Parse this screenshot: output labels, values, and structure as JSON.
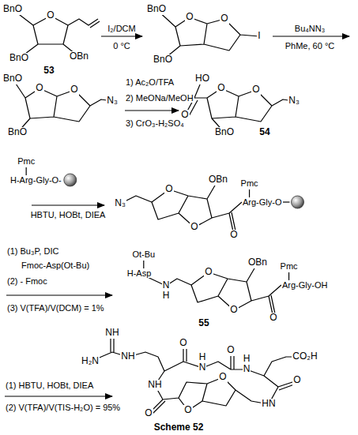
{
  "diagram": {
    "caption": "Scheme 52",
    "labels": [
      "BnO",
      "O",
      "BnO",
      "OBn",
      "53",
      "I₂/DCM",
      "0 °C",
      "BnO",
      "O",
      "O",
      "I",
      "BnO",
      "Bu₄NN₃",
      "PhMe, 60 °C",
      "BnO",
      "O",
      "O",
      "N₃",
      "BnO",
      "1) Ac₂O/TFA",
      "2) MeONa/MeOH",
      "3) CrO₃-H₂SO₄",
      "HO",
      "O",
      "O",
      "N₃",
      "O",
      "BnO",
      "54",
      "Pmc",
      "H-Arg-Gly-O-",
      "HBTU, HOBt, DIEA",
      "N₃",
      "O",
      "O",
      "OBn",
      "O",
      "Pmc",
      "Arg-Gly-O",
      "(1) Bu₃P, DIC",
      "Fmoc-Asp(Ot-Bu)",
      "(2) - Fmoc",
      "(3) V(TFA)/V(DCM) = 1%",
      "Ot-Bu",
      "H-Asp",
      "N",
      "H",
      "O",
      "O",
      "OBn",
      "O",
      "Pmc",
      "Arg-Gly-OH",
      "55",
      "(1) HBTU, HOBt, DIEA",
      "(2) V(TFA)/V(TIS-H₂O) = 95%",
      "NH",
      "H₂N",
      "NH",
      "O",
      "H",
      "N",
      "O",
      "H",
      "N",
      "CO₂H",
      "O",
      "O",
      "NH",
      "HN",
      "O",
      "O"
    ]
  }
}
